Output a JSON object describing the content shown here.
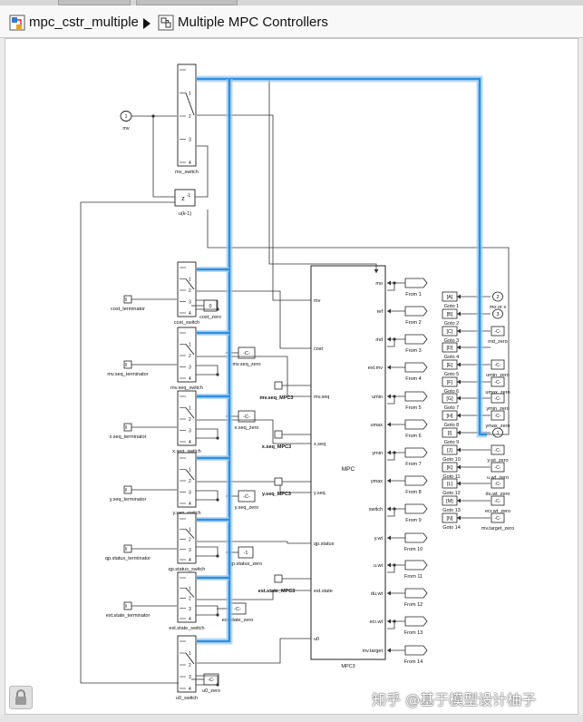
{
  "breadcrumb": {
    "items": [
      {
        "label": "mpc_cstr_multiple"
      },
      {
        "label": "Multiple MPC Controllers"
      }
    ]
  },
  "diagram": {
    "mv_port_number": "1",
    "mv_port_label": "mv",
    "switches": [
      {
        "label": "mv_switch"
      },
      {
        "label": "cost_switch"
      },
      {
        "label": "mv.seq_switch"
      },
      {
        "label": "x.seq_switch"
      },
      {
        "label": "y.seq_switch"
      },
      {
        "label": "qp.status_switch"
      },
      {
        "label": "est.state_switch"
      },
      {
        "label": "u0_switch"
      }
    ],
    "delay": {
      "text": "z",
      "sup": "-1",
      "label": "u(k-1)"
    },
    "terminators": [
      {
        "label": "cost_terminator"
      },
      {
        "label": "mv.seq_terminator"
      },
      {
        "label": "x.seq_terminator"
      },
      {
        "label": "y.seq_terminator"
      },
      {
        "label": "qp.status_terminator"
      },
      {
        "label": "est.state_terminator"
      }
    ],
    "constants": [
      {
        "value": "0",
        "label": "cost_zero"
      },
      {
        "value": "-C-",
        "label": "mv.seq_zero"
      },
      {
        "value": "-C-",
        "label": "x.seq_zero"
      },
      {
        "value": "-C-",
        "label": "y.seq_zero"
      },
      {
        "value": "-1",
        "label": "qp.status_zero"
      },
      {
        "value": "-C-",
        "label": "est.state_zero"
      },
      {
        "value": "-C-",
        "label": "u0_zero"
      }
    ],
    "mpc_block": {
      "title": "MPC",
      "name": "MPC3",
      "inputs": [
        "mo",
        "ref",
        "md",
        "ext.mv",
        "umin",
        "umax",
        "ymin",
        "ymax",
        "switch",
        "y.wt",
        "u.wt",
        "du.wt",
        "ecr.wt",
        "mv.target"
      ],
      "outputs": [
        "mv",
        "cost",
        "mv.seq",
        "x.seq",
        "y.seq",
        "qp.status",
        "est.state",
        "u0"
      ]
    },
    "tags_mpc3": [
      "mv.seq_MPC3",
      "x.seq_MPC3",
      "y.seq_MPC3",
      "est.state_MPC3"
    ],
    "from_blocks": [
      "From 1",
      "From 2",
      "From 3",
      "From 4",
      "From 5",
      "From 6",
      "From 7",
      "From 8",
      "From 9",
      "From 10",
      "From 11",
      "From 12",
      "From 13",
      "From 14"
    ],
    "goto_blocks": [
      {
        "tag": "[A]",
        "label": "Goto 1"
      },
      {
        "tag": "[B]",
        "label": "Goto 2"
      },
      {
        "tag": "[C]",
        "label": "Goto 3"
      },
      {
        "tag": "[D]",
        "label": "Goto 4"
      },
      {
        "tag": "[E]",
        "label": "Goto 5"
      },
      {
        "tag": "[F]",
        "label": "Goto 6"
      },
      {
        "tag": "[G]",
        "label": "Goto 7"
      },
      {
        "tag": "[H]",
        "label": "Goto 8"
      },
      {
        "tag": "[I]",
        "label": "Goto 9"
      },
      {
        "tag": "[J]",
        "label": "Goto 10"
      },
      {
        "tag": "[K]",
        "label": "Goto 11"
      },
      {
        "tag": "[L]",
        "label": "Goto 12"
      },
      {
        "tag": "[M]",
        "label": "Goto 13"
      },
      {
        "tag": "[N]",
        "label": "Goto 14"
      }
    ],
    "right_sources": [
      {
        "value": "2",
        "label": "mo or x"
      },
      {
        "value": "3",
        "label": ""
      },
      {
        "value": "-C-",
        "label": "md_zero"
      },
      {
        "value": "",
        "label": ""
      },
      {
        "value": "-C-",
        "label": "umin_zero"
      },
      {
        "value": "-C-",
        "label": "umax_zero"
      },
      {
        "value": "-C-",
        "label": "ymin_zero"
      },
      {
        "value": "-C-",
        "label": "ymax_zero"
      },
      {
        "value": "1",
        "label": ""
      },
      {
        "value": "-C-",
        "label": "y.wt_zero"
      },
      {
        "value": "-C-",
        "label": "u.wt_zero"
      },
      {
        "value": "-C-",
        "label": "du.wt_zero"
      },
      {
        "value": "-C-",
        "label": "ecr.wt_zero"
      },
      {
        "value": "-C-",
        "label": "mv.target_zero"
      }
    ]
  },
  "watermark": "知乎 @基于模型设计柚子",
  "colors": {
    "highlight": "#2f8fe0",
    "highlight_glow": "#9ccbf2",
    "line": "#333333"
  }
}
